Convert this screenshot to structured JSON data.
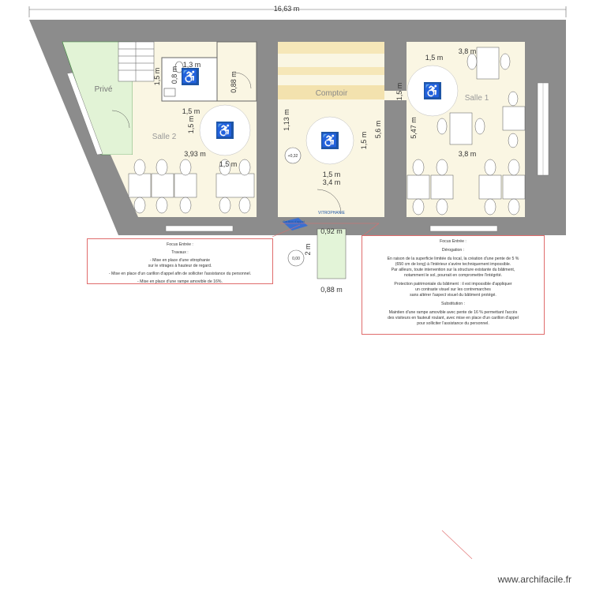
{
  "plan": {
    "total_width": "16,63 m",
    "rooms": {
      "prive": "Privé",
      "salle2": "Salle 2",
      "salle1": "Salle 1",
      "comptoir": "Comptoir"
    },
    "dims": {
      "wc_width": "1,3 m",
      "wc_height": "0,8 m",
      "wc_side": "1,5 m",
      "wc2_height": "0,88 m",
      "salle2_w1": "1,5 m",
      "salle2_h": "1,5 m",
      "salle2_w2": "3,93 m",
      "salle2_w3": "1,5 m",
      "comptoir_h": "1,13 m",
      "center_h": "1,5 m",
      "center_w": "1,5 m",
      "center_total_h": "5,6 m",
      "center_total_w": "3,4 m",
      "salle1_w1": "1,5 m",
      "salle1_top": "3,8 m",
      "salle1_h1": "1,5 m",
      "salle1_h2": "5,47 m",
      "salle1_w2": "3,8 m",
      "door_w": "0,92 m",
      "ramp_w": "0,88 m",
      "ramp_h": "2 m",
      "level_center": "+0,32",
      "level_entry": "0,00"
    },
    "labels": {
      "vitrophanie": "VITROPHANIE",
      "carillon": "Carillon d'appel"
    }
  },
  "notes": {
    "left": {
      "title": "Focus Entrée :",
      "subtitle": "Travaux :",
      "item1": "- Mise en place d'une vitrophanie\nsur le vitrages à hauteur de regard.",
      "item2": "- Mise en place d'un carillon d'appel afin de solliciter l'assistance du personnel.",
      "item3": "- Mise en place d'une rampe amovible de 16%."
    },
    "right": {
      "title": "Focus Entrée :",
      "subtitle": "Dérogation :",
      "para1": "En raison de la superficie limitée du local, la création d'une pente de 5 %\n(650 cm de long) à l'intérieur s'avère techniquement impossible.\nPar ailleurs, toute intervention sur la structure existante du bâtiment,\nnotamment le sol, pourrait en compromettre l'intégrité.",
      "para2": "Protection patrimoniale du bâtiment : il est impossible d'appliquer\nun contraste visuel sur les contremarches\nsans altérer l'aspect visuel du bâtiment protégé.",
      "para3": "Substitution :",
      "para4": "Maintien d'une rampe amovible avec pente de 16 % permettant l'accès\ndes visiteurs en fauteuil roulant, avec mise en place d'un carillon d'appel\npour solliciter l'assistance du personnel."
    }
  },
  "watermark": "www.archifacile.fr",
  "colors": {
    "wall": "#8a8a8a",
    "floor": "#faf6e3",
    "prive": "#e2f3d6",
    "comptoir": "#f6e7b8",
    "accent": "#1f56a5",
    "note_border": "#e06c6c"
  }
}
